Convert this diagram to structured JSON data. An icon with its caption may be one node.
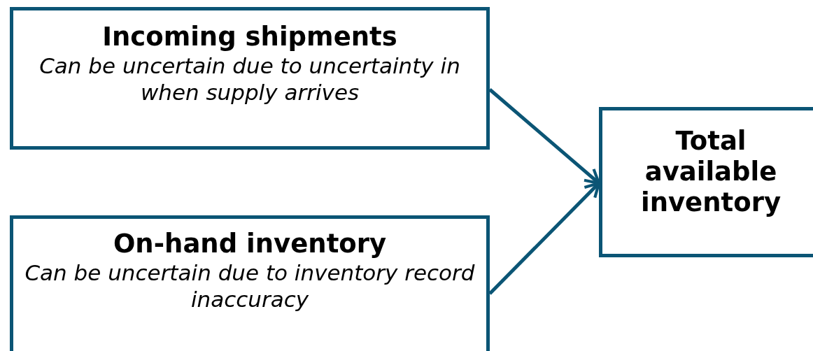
{
  "diagram": {
    "nodes": [
      {
        "text": [
          "Incoming shipments",
          "Can be uncertain due to uncertainty in when supply arrives"
        ]
      },
      {
        "text": [
          "On-hand inventory",
          "Can be uncertain due to inventory record inaccuracy"
        ]
      },
      {
        "text": [
          "Total available inventory"
        ]
      }
    ],
    "edges": [
      {
        "from": 0,
        "to": 2,
        "arrow": "to"
      },
      {
        "from": 1,
        "to": 2,
        "arrow": "to"
      }
    ]
  }
}
